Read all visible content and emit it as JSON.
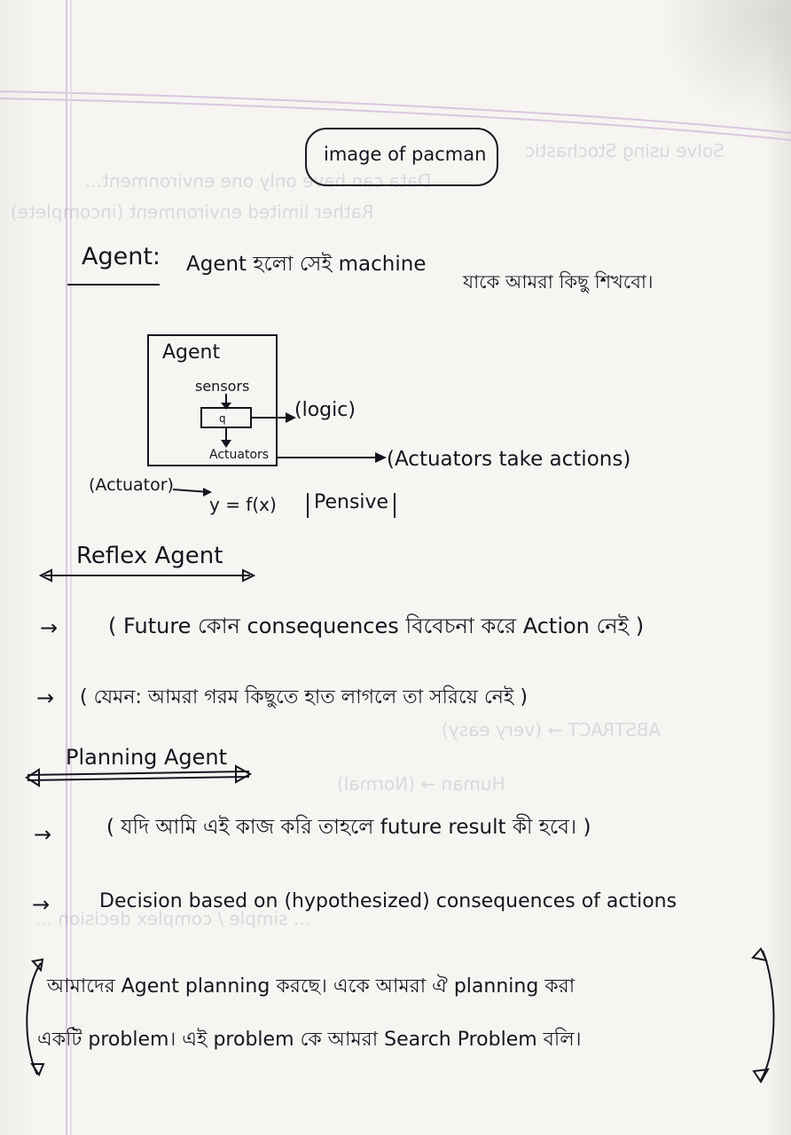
{
  "notes": {
    "title": "image of pacman",
    "agent_label": "Agent:",
    "agent_definition_part1": "Agent হলো সেই machine",
    "agent_definition_part2": "যাকে আমরা কিছু শিখবো।"
  },
  "diagram": {
    "box_title": "Agent",
    "sensors": "sensors",
    "q": "q",
    "logic": "(logic)",
    "actuators": "Actuators",
    "actuators_take": "(Actuators take actions)",
    "actuator_eq_label": "(Actuator)",
    "equation": "y = f(x)",
    "pensive": "Pensive"
  },
  "reflex": {
    "title": "Reflex Agent",
    "description": "( Future কোন consequences বিবেচনা করে Action নেই )",
    "example": "( যেমন: আমরা গরম কিছুতে হাত লাগলে তা সরিয়ে নেই )"
  },
  "planning": {
    "title": "Planning Agent",
    "description": "( যদি আমি এই কাজ করি তাহলে future result কী হবে। )",
    "decision": "Decision based on (hypothesized) consequences of actions",
    "closing_line_1": "আমাদের Agent planning করছে। একে আমরা ঐ planning করা",
    "closing_line_2": "একটি problem। এই problem কে আমরা Search Problem বলি।"
  },
  "icons": {
    "arrow": "right-arrow-icon",
    "double_arrow": "double-arrow-icon"
  },
  "colors": {
    "ink": "#15151f",
    "paper": "#f6f5f2",
    "margin_line": "#d3b8d8"
  }
}
